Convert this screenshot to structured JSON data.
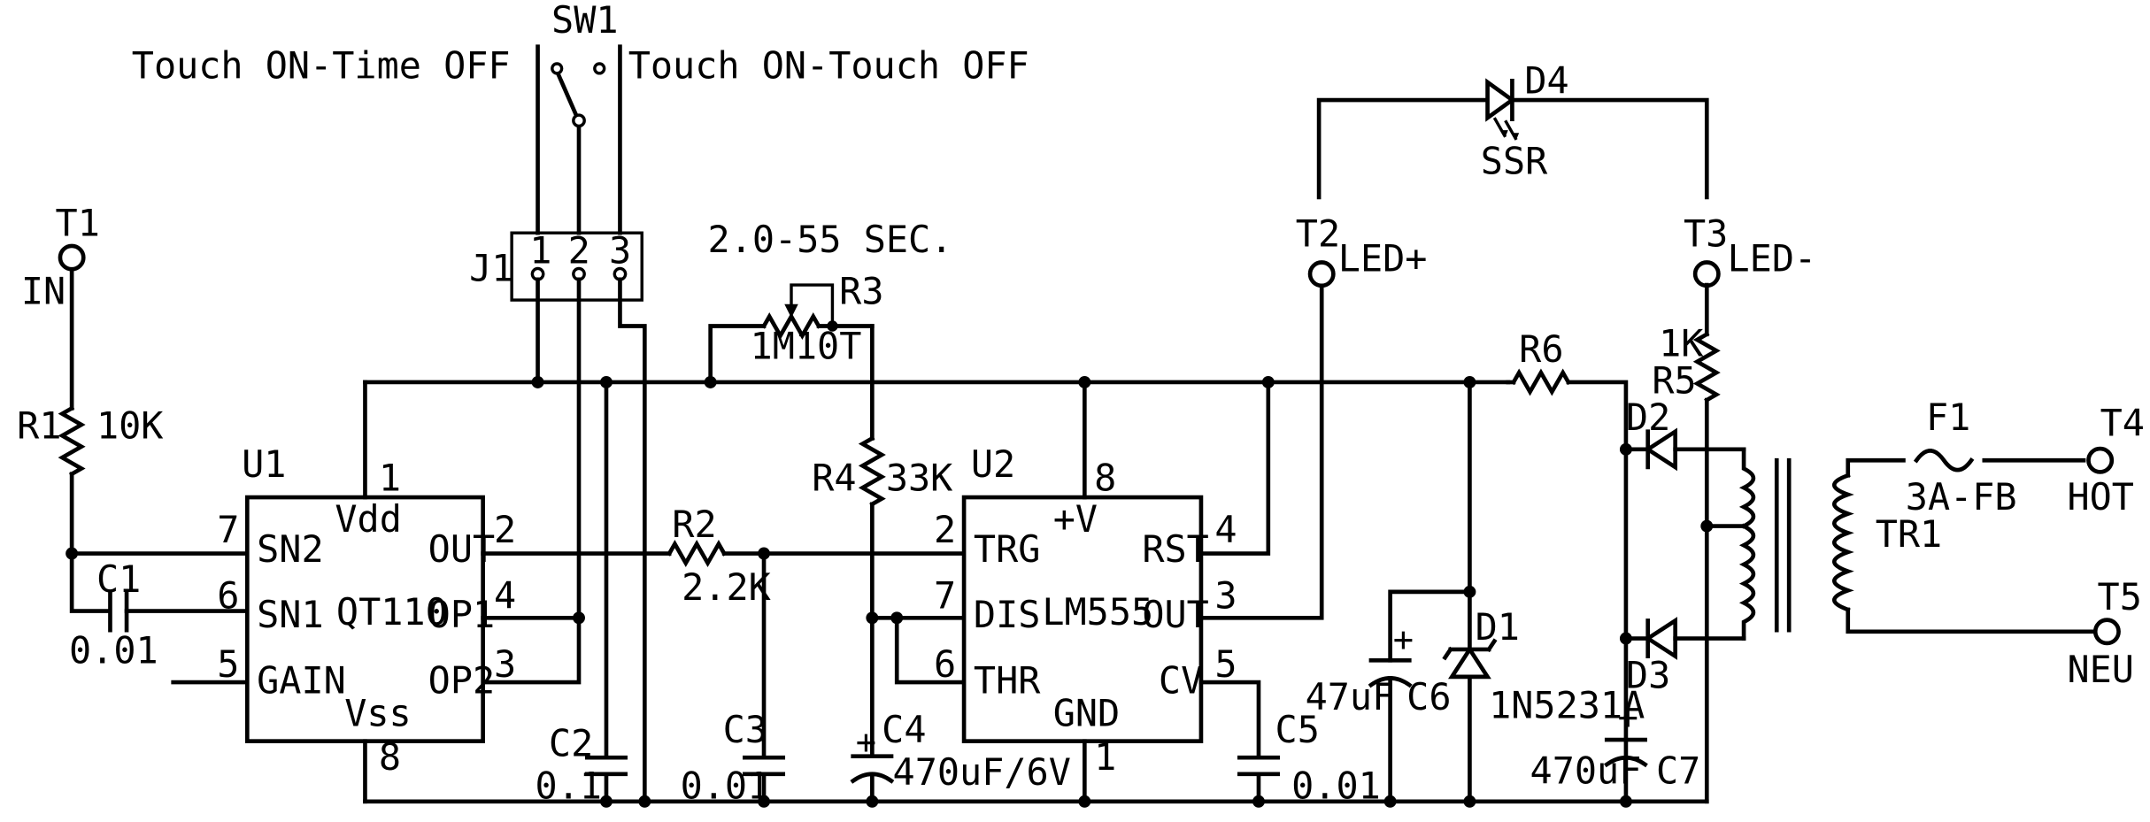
{
  "switch": {
    "ref": "SW1",
    "left_mode": "Touch ON-Time OFF",
    "right_mode": "Touch ON-Touch OFF"
  },
  "jumper": {
    "ref": "J1",
    "pins": [
      "1",
      "2",
      "3"
    ]
  },
  "timing_range": "2.0-55 SEC.",
  "terminals": {
    "t1": {
      "ref": "T1",
      "label": "IN"
    },
    "t2": {
      "ref": "T2",
      "label": "LED+"
    },
    "t3": {
      "ref": "T3",
      "label": "LED-"
    },
    "t4": {
      "ref": "T4",
      "label": "HOT"
    },
    "t5": {
      "ref": "T5",
      "label": "NEU"
    }
  },
  "u1": {
    "ref": "U1",
    "part": "QT110",
    "pins": {
      "vdd": {
        "name": "Vdd",
        "num": "1"
      },
      "vss": {
        "name": "Vss",
        "num": "8"
      },
      "sn2": {
        "name": "SN2",
        "num": "7"
      },
      "sn1": {
        "name": "SN1",
        "num": "6"
      },
      "gain": {
        "name": "GAIN",
        "num": "5"
      },
      "out": {
        "name": "OUT",
        "num": "2"
      },
      "op1": {
        "name": "OP1",
        "num": "4"
      },
      "op2": {
        "name": "OP2",
        "num": "3"
      }
    }
  },
  "u2": {
    "ref": "U2",
    "part": "LM555",
    "pins": {
      "v": {
        "name": "+V",
        "num": "8"
      },
      "gnd": {
        "name": "GND",
        "num": "1"
      },
      "trg": {
        "name": "TRG",
        "num": "2"
      },
      "dis": {
        "name": "DIS",
        "num": "7"
      },
      "thr": {
        "name": "THR",
        "num": "6"
      },
      "rst": {
        "name": "RST",
        "num": "4"
      },
      "out": {
        "name": "OUT",
        "num": "3"
      },
      "cv": {
        "name": "CV",
        "num": "5"
      }
    }
  },
  "resistors": {
    "r1": {
      "ref": "R1",
      "value": "10K"
    },
    "r2": {
      "ref": "R2",
      "value": "2.2K"
    },
    "r3": {
      "ref": "R3",
      "value": "1M10T"
    },
    "r4": {
      "ref": "R4",
      "value": "33K"
    },
    "r5": {
      "ref": "R5",
      "value": "1K"
    },
    "r6": {
      "ref": "R6",
      "value": ""
    }
  },
  "capacitors": {
    "c1": {
      "ref": "C1",
      "value": "0.01"
    },
    "c2": {
      "ref": "C2",
      "value": "0.1"
    },
    "c3": {
      "ref": "C3",
      "value": "0.01"
    },
    "c4": {
      "ref": "C4",
      "value": "470uF/6V"
    },
    "c5": {
      "ref": "C5",
      "value": "0.01"
    },
    "c6": {
      "ref": "C6",
      "value": "47uF"
    },
    "c7": {
      "ref": "C7",
      "value": "470uF"
    }
  },
  "diodes": {
    "d1": {
      "ref": "D1",
      "value": "1N5231A"
    },
    "d2": {
      "ref": "D2"
    },
    "d3": {
      "ref": "D3"
    },
    "d4": {
      "ref": "D4",
      "value": "SSR"
    }
  },
  "fuse": {
    "ref": "F1",
    "value": "3A-FB"
  },
  "transformer": {
    "ref": "TR1"
  }
}
